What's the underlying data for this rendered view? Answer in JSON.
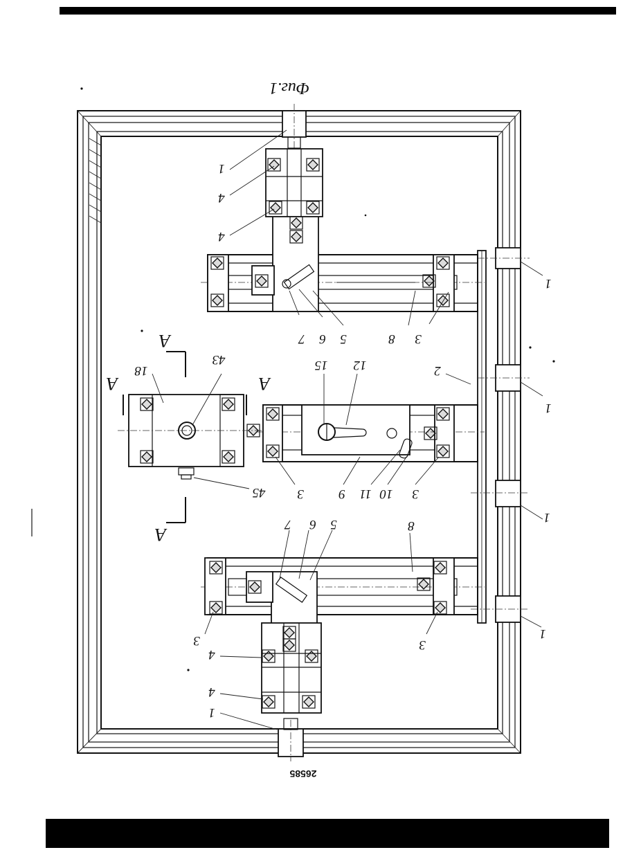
{
  "page_marks": {
    "figure_caption": "Фиг.1",
    "sheet_number": "26585"
  },
  "labels": {
    "roller": "1",
    "rail": "2",
    "bearing_block": "3",
    "bearing": "4",
    "pin": "5",
    "slider": "6",
    "handle": "7",
    "guide_bar": "8",
    "carriage": "9",
    "slot_pin": "10",
    "stop": "11",
    "latch_handle": "12",
    "knob": "15",
    "clamp_block": "18",
    "bushing": "43",
    "screw": "45",
    "section_mark": "А"
  },
  "colors": {
    "ink": "#111111",
    "paper": "#ffffff",
    "scan_bars": "#000000"
  }
}
